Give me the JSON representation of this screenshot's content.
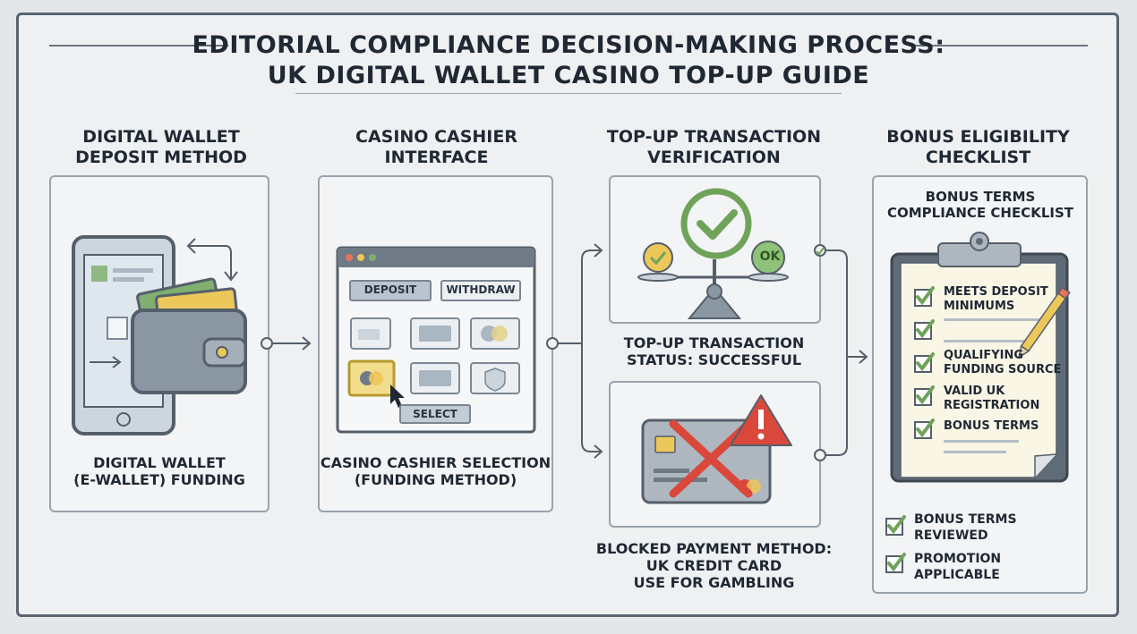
{
  "title": {
    "line1": "EDITORIAL COMPLIANCE DECISION-MAKING PROCESS:",
    "line2": "UK DIGITAL WALLET CASINO TOP-UP GUIDE"
  },
  "columns": {
    "wallet": {
      "header": [
        "DIGITAL WALLET",
        "DEPOSIT METHOD"
      ],
      "caption": [
        "DIGITAL WALLET",
        "(E-WALLET) FUNDING"
      ]
    },
    "cashier": {
      "header": [
        "CASINO CASHIER",
        "INTERFACE"
      ],
      "buttons": {
        "deposit": "DEPOSIT",
        "withdraw": "WITHDRAW",
        "select": "SELECT"
      },
      "caption": [
        "CASINO CASHIER SELECTION",
        "(FUNDING METHOD)"
      ]
    },
    "verification": {
      "header": [
        "TOP-UP TRANSACTION",
        "VERIFICATION"
      ],
      "ok_badge": "OK",
      "success_caption": [
        "TOP-UP TRANSACTION",
        "STATUS: SUCCESSFUL"
      ],
      "blocked_caption": [
        "BLOCKED PAYMENT METHOD:",
        "UK CREDIT CARD",
        "USE FOR GAMBLING"
      ]
    },
    "bonus": {
      "header": [
        "BONUS ELIGIBILITY",
        "CHECKLIST"
      ],
      "clipboard_title": [
        "BONUS TERMS",
        "COMPLIANCE CHECKLIST"
      ],
      "clipboard_items": [
        [
          "MEETS DEPOSIT",
          "MINIMUMS"
        ],
        [
          ""
        ],
        [
          "QUALIFYING",
          "FUNDING SOURCE"
        ],
        [
          "VALID UK",
          "REGISTRATION"
        ],
        [
          "BONUS TERMS"
        ]
      ],
      "bottom_items": [
        [
          "BONUS TERMS",
          "REVIEWED"
        ],
        [
          "PROMOTION",
          "APPLICABLE"
        ]
      ]
    }
  },
  "colors": {
    "green": "#6fa35a",
    "red": "#d9483b",
    "yellow": "#ecc75a",
    "outline": "#555f6b"
  }
}
